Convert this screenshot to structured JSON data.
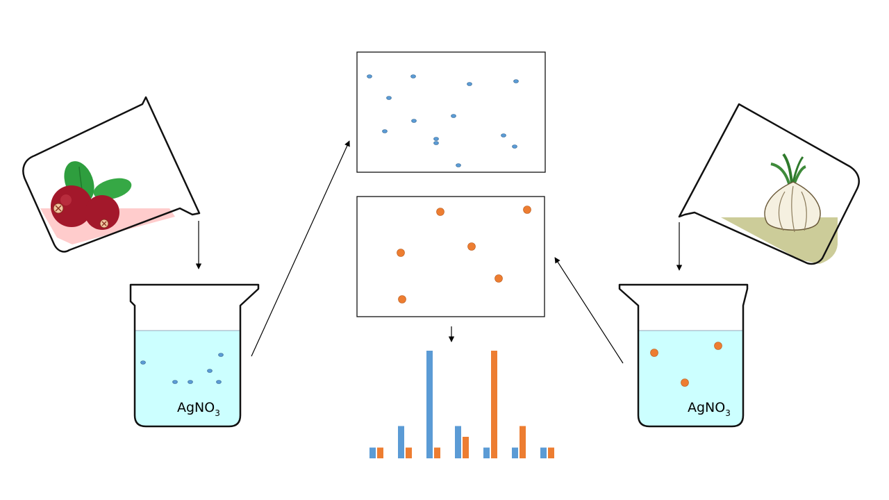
{
  "labels": {
    "left_beaker_reagent": "AgNO",
    "left_beaker_subscript": "3",
    "right_beaker_reagent": "AgNO",
    "right_beaker_subscript": "3"
  },
  "colors": {
    "blue_particle": "#5b9bd5",
    "orange_particle": "#ed7d31",
    "solution": "#ccffff",
    "cranberry_extract": "#ffcccc",
    "garlic_extract": "#cccc99"
  },
  "icons": {
    "left_source": "cranberry-icon",
    "right_source": "garlic-icon"
  },
  "chart_data": {
    "type": "bar",
    "categories": [
      "",
      "",
      "",
      "",
      "",
      "",
      ""
    ],
    "series": [
      {
        "values": [
          1,
          3,
          10,
          3,
          1,
          1,
          1
        ]
      },
      {
        "values": [
          1,
          1,
          1,
          2,
          10,
          3,
          1
        ]
      }
    ],
    "ylim": [
      0,
      10
    ],
    "grid": false,
    "axes_visible": false
  }
}
